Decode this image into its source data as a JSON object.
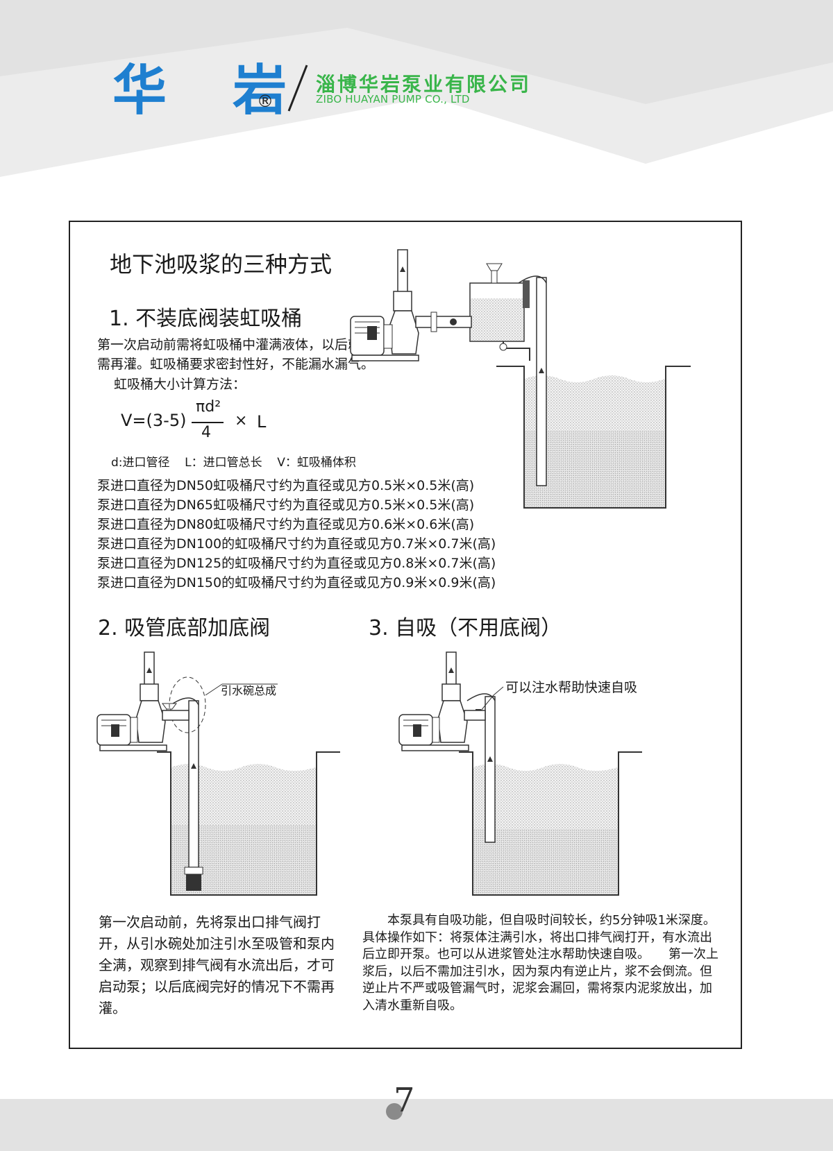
{
  "header": {
    "logo_text": "华 岩",
    "registered_mark": "®",
    "company_cn": "淄博华岩泵业有限公司",
    "company_en": "ZIBO HUAYAN PUMP CO., LTD"
  },
  "content": {
    "title": "地下池吸浆的三种方式",
    "section1": {
      "heading": "1. 不装底阀装虹吸桶",
      "line1": "第一次启动前需将虹吸桶中灌满液体，以后就不",
      "line2": "需再灌。虹吸桶要求密封性好，不能漏水漏气。",
      "calc_title": "虹吸桶大小计算方法：",
      "formula": {
        "prefix": "V=(3-5)",
        "numerator": "πd²",
        "denominator": "4",
        "times": "×",
        "L": "L"
      },
      "legend": "d:进口管径    L：进口管总长    V：虹吸桶体积",
      "sizes": [
        "泵进口直径为DN50虹吸桶尺寸约为直径或见方0.5米×0.5米(高)",
        "泵进口直径为DN65虹吸桶尺寸约为直径或见方0.5米×0.5米(高)",
        "泵进口直径为DN80虹吸桶尺寸约为直径或见方0.6米×0.6米(高)",
        "泵进口直径为DN100的虹吸桶尺寸约为直径或见方0.7米×0.7米(高)",
        "泵进口直径为DN125的虹吸桶尺寸约为直径或见方0.8米×0.7米(高)",
        "泵进口直径为DN150的虹吸桶尺寸约为直径或见方0.9米×0.9米(高)"
      ]
    },
    "section2": {
      "heading": "2. 吸管底部加底阀",
      "callout": "引水碗总成",
      "text": "第一次启动前，先将泵出口排气阀打开，从引水碗处加注引水至吸管和泵内全满，观察到排气阀有水流出后，才可启动泵；以后底阀完好的情况下不需再灌。"
    },
    "section3": {
      "heading": "3. 自吸（不用底阀）",
      "callout": "可以注水帮助快速自吸",
      "text": "　　本泵具有自吸功能，但自吸时间较长，约5分钟吸1米深度。具体操作如下：将泵体注满引水，将出口排气阀打开，有水流出后立即开泵。也可以从进浆管处注水帮助快速自吸。　　第一次上浆后，以后不需加注引水，因为泵内有逆止片，浆不会倒流。但逆止片不严或吸管漏气时，泥浆会漏回，需将泵内泥浆放出，加入清水重新自吸。"
    }
  },
  "footer": {
    "page_number": "7"
  },
  "colors": {
    "logo_blue": "#1e7fd0",
    "company_green": "#39b54a",
    "header_gray": "#e9e9e9",
    "footer_gray": "#e2e2e2"
  }
}
